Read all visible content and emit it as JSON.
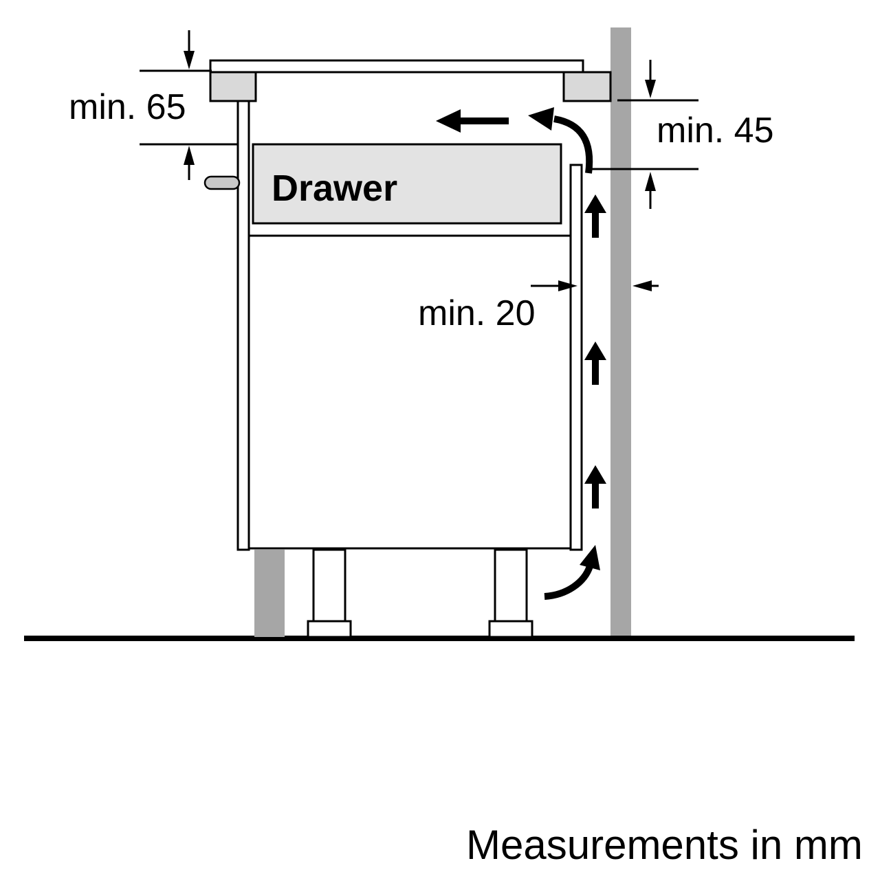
{
  "diagram": {
    "type": "appliance-installation-clearance-side-view",
    "labels": {
      "drawer": "Drawer",
      "footer": "Measurements in mm"
    },
    "dimensions": {
      "min_65": "min. 65",
      "min_45": "min. 45",
      "min_20": "min. 20",
      "unit": "mm",
      "values": [
        65,
        45,
        20
      ]
    },
    "colors": {
      "line": "#000000",
      "wall_fill": "#a6a6a6",
      "counter_fill": "#d9d9d9",
      "drawer_fill": "#e3e3e3",
      "handle_fill": "#c9c9c9",
      "plinth_fill": "#a6a6a6",
      "background": "#ffffff"
    }
  }
}
